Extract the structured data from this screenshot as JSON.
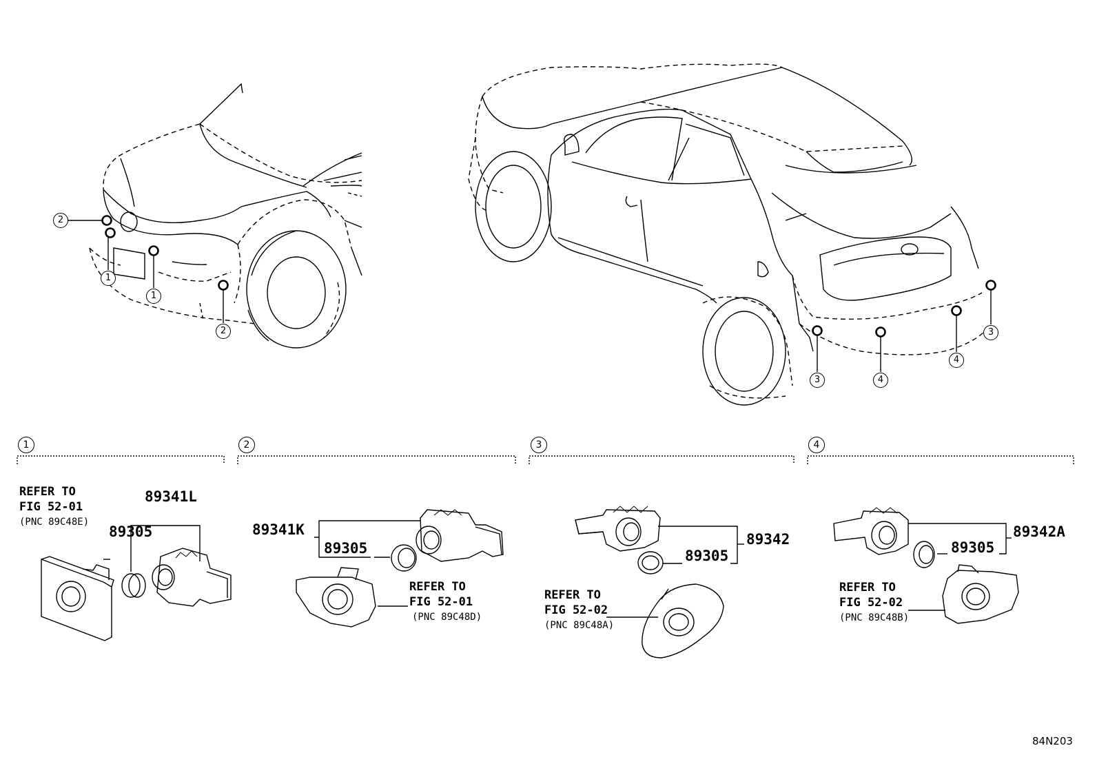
{
  "callouts": {
    "front": [
      {
        "num": "2"
      },
      {
        "num": "1"
      },
      {
        "num": "1"
      },
      {
        "num": "2"
      }
    ],
    "rear": [
      {
        "num": "3"
      },
      {
        "num": "4"
      },
      {
        "num": "4"
      },
      {
        "num": "3"
      }
    ]
  },
  "sections": [
    {
      "num": "1"
    },
    {
      "num": "2"
    },
    {
      "num": "3"
    },
    {
      "num": "4"
    }
  ],
  "section1": {
    "part_main": "89341L",
    "part_grommet": "89305",
    "ref_line1": "REFER TO",
    "ref_line2": "FIG 52-01",
    "ref_pnc": "(PNC 89C48E)"
  },
  "section2": {
    "part_main": "89341K",
    "part_grommet": "89305",
    "ref_line1": "REFER TO",
    "ref_line2": "FIG 52-01",
    "ref_pnc": "(PNC 89C48D)"
  },
  "section3": {
    "part_main": "89342",
    "part_grommet": "89305",
    "ref_line1": "REFER TO",
    "ref_line2": "FIG 52-02",
    "ref_pnc": "(PNC 89C48A)"
  },
  "section4": {
    "part_main": "89342A",
    "part_grommet": "89305",
    "ref_line1": "REFER TO",
    "ref_line2": "FIG 52-02",
    "ref_pnc": "(PNC 89C48B)"
  },
  "diagram_code": "84N203"
}
